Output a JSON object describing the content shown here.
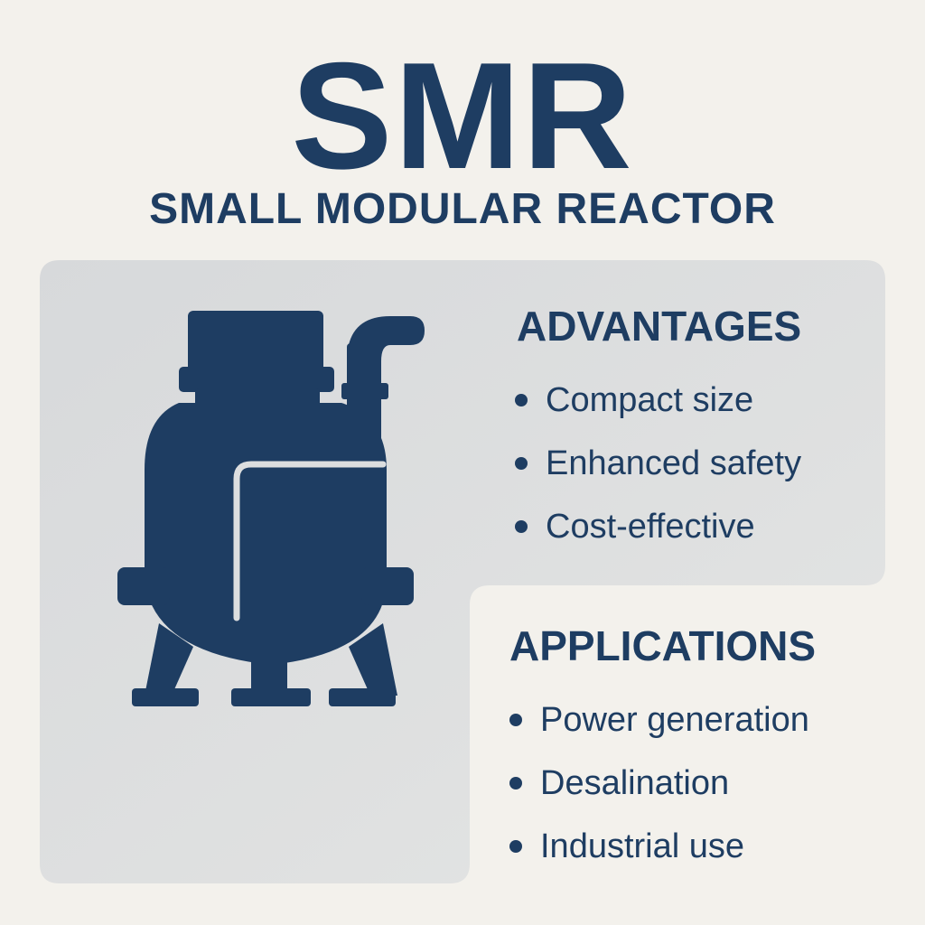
{
  "header": {
    "title": "SMR",
    "subtitle": "SMALL MODULAR REACTOR"
  },
  "illustration": {
    "icon": "reactor-vessel-icon",
    "color": "#1e3d62"
  },
  "advantages": {
    "heading": "ADVANTAGES",
    "items": [
      "Compact size",
      "Enhanced safety",
      "Cost-effective"
    ]
  },
  "applications": {
    "heading": "APPLICATIONS",
    "items": [
      "Power generation",
      "Desalination",
      "Industrial use"
    ]
  },
  "colors": {
    "background": "#f3f1ec",
    "panel": "#dcdedf",
    "text": "#1e3d62"
  }
}
